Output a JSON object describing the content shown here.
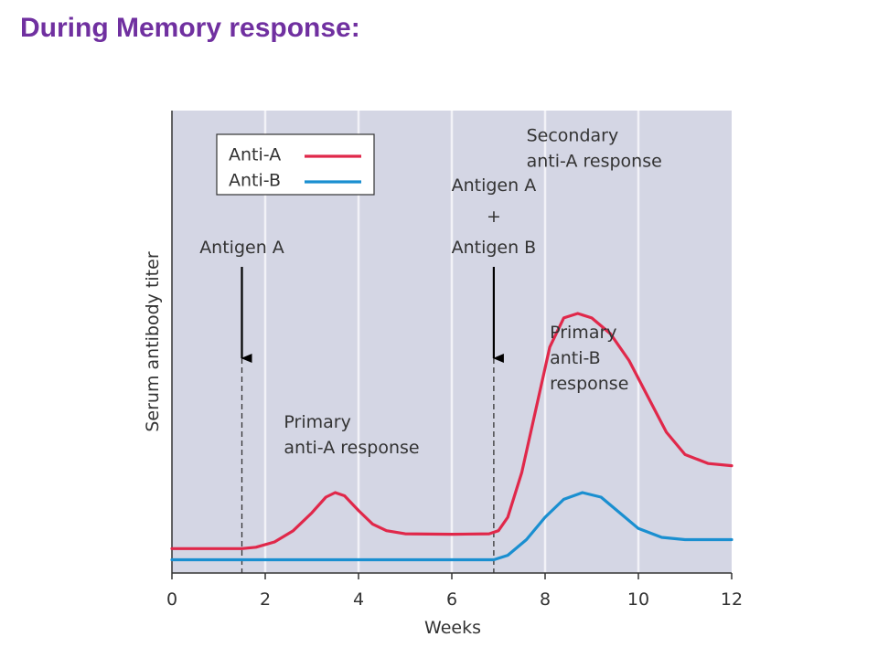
{
  "slide": {
    "title": "During Memory response:"
  },
  "chart_data": {
    "type": "line",
    "xlabel": "Weeks",
    "ylabel": "Serum antibody titer",
    "xlim": [
      0,
      12
    ],
    "ylim": [
      0,
      100
    ],
    "x_ticks": [
      "0",
      "2",
      "4",
      "6",
      "8",
      "10",
      "12"
    ],
    "grid": true,
    "legend_placement": "top-left",
    "series": [
      {
        "name": "Anti-A",
        "color": "#e0284a",
        "points": [
          [
            0,
            3
          ],
          [
            1.5,
            3
          ],
          [
            1.8,
            3.3
          ],
          [
            2.2,
            4.5
          ],
          [
            2.6,
            7
          ],
          [
            3.0,
            11
          ],
          [
            3.3,
            14.5
          ],
          [
            3.5,
            15.5
          ],
          [
            3.7,
            14.8
          ],
          [
            4.0,
            11.5
          ],
          [
            4.3,
            8.5
          ],
          [
            4.6,
            7
          ],
          [
            5.0,
            6.3
          ],
          [
            6.0,
            6.2
          ],
          [
            6.8,
            6.3
          ],
          [
            7.0,
            7
          ],
          [
            7.2,
            10
          ],
          [
            7.5,
            20
          ],
          [
            7.8,
            34
          ],
          [
            8.1,
            48
          ],
          [
            8.4,
            54.5
          ],
          [
            8.7,
            55.5
          ],
          [
            9.0,
            54.5
          ],
          [
            9.4,
            51
          ],
          [
            9.8,
            45
          ],
          [
            10.2,
            37
          ],
          [
            10.6,
            29
          ],
          [
            11.0,
            24
          ],
          [
            11.5,
            22
          ],
          [
            12,
            21.5
          ]
        ]
      },
      {
        "name": "Anti-B",
        "color": "#1a8fd0",
        "points": [
          [
            0,
            0.5
          ],
          [
            6.9,
            0.5
          ],
          [
            7.2,
            1.5
          ],
          [
            7.6,
            5
          ],
          [
            8.0,
            10
          ],
          [
            8.4,
            14
          ],
          [
            8.8,
            15.5
          ],
          [
            9.2,
            14.5
          ],
          [
            9.6,
            11
          ],
          [
            10.0,
            7.5
          ],
          [
            10.5,
            5.5
          ],
          [
            11.0,
            5
          ],
          [
            12,
            5
          ]
        ]
      }
    ],
    "events": [
      {
        "x": 1.5,
        "label": "Antigen A",
        "label_lines": [
          "Antigen A"
        ]
      },
      {
        "x": 6.9,
        "label": "Antigen A + Antigen B",
        "label_lines": [
          "Antigen A",
          "+",
          "Antigen B"
        ]
      }
    ],
    "annotations": [
      {
        "text": "Primary anti-A response",
        "lines": [
          "Primary",
          "anti-A response"
        ],
        "x": 2.4,
        "y": 30
      },
      {
        "text": "Secondary anti-A response",
        "lines": [
          "Secondary",
          "anti-A response"
        ],
        "x": 7.6,
        "y": 94
      },
      {
        "text": "Primary anti-B response",
        "lines": [
          "Primary",
          "anti-B",
          "response"
        ],
        "x": 8.1,
        "y": 50
      }
    ]
  }
}
